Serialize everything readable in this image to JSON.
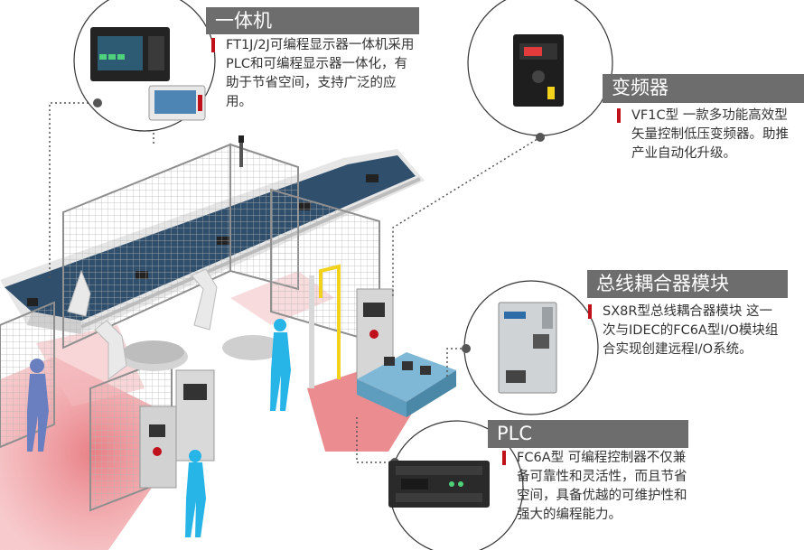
{
  "callouts": [
    {
      "title": "一体机",
      "text": "FT1J/2J可编程显示器一体机采用PLC和可编程显示器一体化，有助于节省空间，支持广泛的应用。"
    },
    {
      "title": "变频器",
      "text": "VF1C型 一款多功能高效型矢量控制低压变频器。助推产业自动化升级。"
    },
    {
      "title": "总线耦合器模块",
      "text": "SX8R型总线耦合器模块 这一次与IDEC的FC6A型I/O模块组合实现创建远程I/O系统。"
    },
    {
      "title": "PLC",
      "text": "FC6A型 可编程控制器不仅兼备可靠性和灵活性，而且节省空间，具备优越的可维护性和强大的编程能力。"
    }
  ],
  "colors": {
    "accent_red": "#c0111b",
    "label_gray": "#6d6d6d",
    "zone_red": "#e8787c",
    "worker_blue": "#27b4e6",
    "robot_white": "#e9e9e9",
    "conveyor_blue": "#2f4f6c"
  }
}
